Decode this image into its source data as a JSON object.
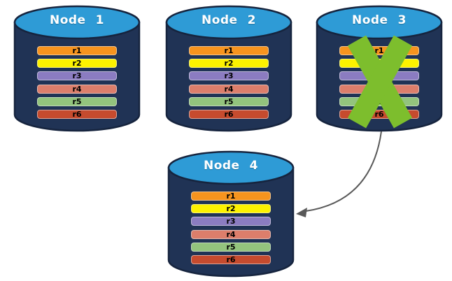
{
  "nodes": [
    {
      "label": "Node 1",
      "failed": false,
      "rows": [
        {
          "label": "r1",
          "color": "#F7941E"
        },
        {
          "label": "r2",
          "color": "#FDF200"
        },
        {
          "label": "r3",
          "color": "#8B7CC1"
        },
        {
          "label": "r4",
          "color": "#DC7E6B"
        },
        {
          "label": "r5",
          "color": "#93C47D"
        },
        {
          "label": "r6",
          "color": "#C64B2E"
        }
      ]
    },
    {
      "label": "Node 2",
      "failed": false,
      "rows": [
        {
          "label": "r1",
          "color": "#F7941E"
        },
        {
          "label": "r2",
          "color": "#FDF200"
        },
        {
          "label": "r3",
          "color": "#8B7CC1"
        },
        {
          "label": "r4",
          "color": "#DC7E6B"
        },
        {
          "label": "r5",
          "color": "#93C47D"
        },
        {
          "label": "r6",
          "color": "#C64B2E"
        }
      ]
    },
    {
      "label": "Node 3",
      "failed": true,
      "rows": [
        {
          "label": "r1",
          "color": "#F7941E"
        },
        {
          "label": "r2",
          "color": "#FDF200"
        },
        {
          "label": "r3",
          "color": "#8B7CC1"
        },
        {
          "label": "r4",
          "color": "#DC7E6B"
        },
        {
          "label": "r5",
          "color": "#93C47D"
        },
        {
          "label": "r6",
          "color": "#C64B2E"
        }
      ]
    },
    {
      "label": "Node 4",
      "failed": false,
      "rows": [
        {
          "label": "r1",
          "color": "#F7941E"
        },
        {
          "label": "r2",
          "color": "#FDF200"
        },
        {
          "label": "r3",
          "color": "#8B7CC1"
        },
        {
          "label": "r4",
          "color": "#DC7E6B"
        },
        {
          "label": "r5",
          "color": "#93C47D"
        },
        {
          "label": "r6",
          "color": "#C64B2E"
        }
      ]
    }
  ],
  "arrow": {
    "from": "Node 3",
    "to": "Node 4"
  },
  "colors": {
    "cylinder_body": "#203355",
    "cylinder_top": "#2E9BD6",
    "cylinder_outline": "#16243E",
    "failure_cross": "#7DBE2D",
    "arrow": "#595959",
    "row_text": "#000000",
    "title_text": "#FFFFFF",
    "background": "#FFFFFF"
  }
}
